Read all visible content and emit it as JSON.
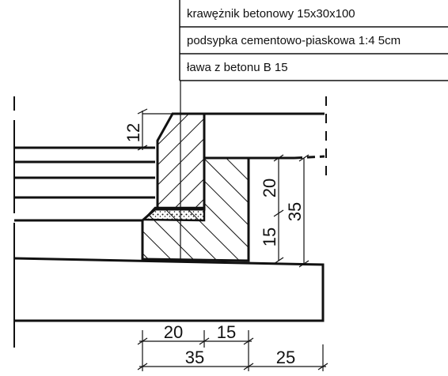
{
  "legend": {
    "rows": [
      {
        "label": "krawężnik betonowy 15x30x100"
      },
      {
        "label": "podsypka cementowo-piaskowa 1:4  5cm"
      },
      {
        "label": "ława z betonu B 15"
      }
    ]
  },
  "dimensions": {
    "curb_top_height": "12",
    "foundation_upper": "20",
    "foundation_lower": "15",
    "total_height": "35",
    "bottom_left": "20",
    "bottom_mid": "15",
    "bottom_total": "35",
    "bottom_right": "25"
  }
}
